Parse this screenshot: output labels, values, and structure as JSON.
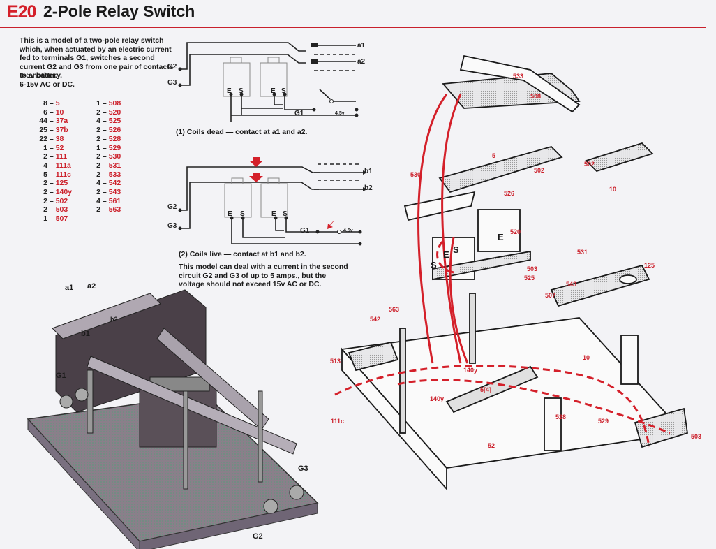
{
  "header": {
    "model_code": "E20",
    "title": "2-Pole Relay Switch"
  },
  "intro": {
    "description": "This is a model of a two-pole relay switch which, when actuated by an electric current fed to terminals G1, switches a second current G2 and G3 from one pair of contacts to another.",
    "battery": "4-5v battery.",
    "supply": "6-15v AC or DC."
  },
  "parts_list": {
    "column1": [
      {
        "qty": "8",
        "part": "5"
      },
      {
        "qty": "6",
        "part": "10"
      },
      {
        "qty": "44",
        "part": "37a"
      },
      {
        "qty": "25",
        "part": "37b"
      },
      {
        "qty": "22",
        "part": "38"
      },
      {
        "qty": "1",
        "part": "52"
      },
      {
        "qty": "2",
        "part": "111"
      },
      {
        "qty": "4",
        "part": "111a"
      },
      {
        "qty": "5",
        "part": "111c"
      },
      {
        "qty": "2",
        "part": "125"
      },
      {
        "qty": "2",
        "part": "140y"
      },
      {
        "qty": "2",
        "part": "502"
      },
      {
        "qty": "2",
        "part": "503"
      },
      {
        "qty": "1",
        "part": "507"
      }
    ],
    "column2": [
      {
        "qty": "1",
        "part": "508"
      },
      {
        "qty": "2",
        "part": "520"
      },
      {
        "qty": "4",
        "part": "525"
      },
      {
        "qty": "2",
        "part": "526"
      },
      {
        "qty": "2",
        "part": "528"
      },
      {
        "qty": "1",
        "part": "529"
      },
      {
        "qty": "2",
        "part": "530"
      },
      {
        "qty": "2",
        "part": "531"
      },
      {
        "qty": "2",
        "part": "533"
      },
      {
        "qty": "4",
        "part": "542"
      },
      {
        "qty": "2",
        "part": "543"
      },
      {
        "qty": "4",
        "part": "561"
      },
      {
        "qty": "2",
        "part": "563"
      }
    ]
  },
  "diagram1": {
    "labels": {
      "g2": "G2",
      "g3": "G3",
      "g1": "G1",
      "e1": "E",
      "s1": "S",
      "e2": "E",
      "s2": "S",
      "out1": "a1",
      "out2": "a2",
      "voltage": "4.5v"
    },
    "caption": "(1) Coils dead — contact at a1 and a2."
  },
  "diagram2": {
    "labels": {
      "g2": "G2",
      "g3": "G3",
      "g1": "G1",
      "e1": "E",
      "s1": "S",
      "e2": "E",
      "s2": "S",
      "out1": "b1",
      "out2": "b2",
      "voltage": "4.5v"
    },
    "caption": "(2) Coils live — contact at b1 and b2.",
    "note": "This model can deal with a current in the second circuit G2 and G3 of up to 5 amps., but the voltage should not exceed 15v AC or DC."
  },
  "photo": {
    "labels": {
      "a1": "a1",
      "a2": "a2",
      "b1": "b1",
      "b2": "b2",
      "g1": "G1",
      "g2": "G2",
      "g3": "G3"
    }
  },
  "exploded_view": {
    "part_labels": [
      "533",
      "508",
      "530",
      "5",
      "502",
      "526",
      "520",
      "503",
      "525",
      "507",
      "543",
      "502",
      "10",
      "531",
      "125",
      "542",
      "563",
      "513",
      "111c",
      "140y",
      "140y",
      "5[4]",
      "52",
      "528",
      "529",
      "10",
      "503"
    ],
    "coil_labels": [
      "S",
      "E",
      "S",
      "E"
    ]
  },
  "colors": {
    "accent_red": "#cc1f2a",
    "text": "#1a1a1a",
    "background": "#f3f3f6"
  }
}
